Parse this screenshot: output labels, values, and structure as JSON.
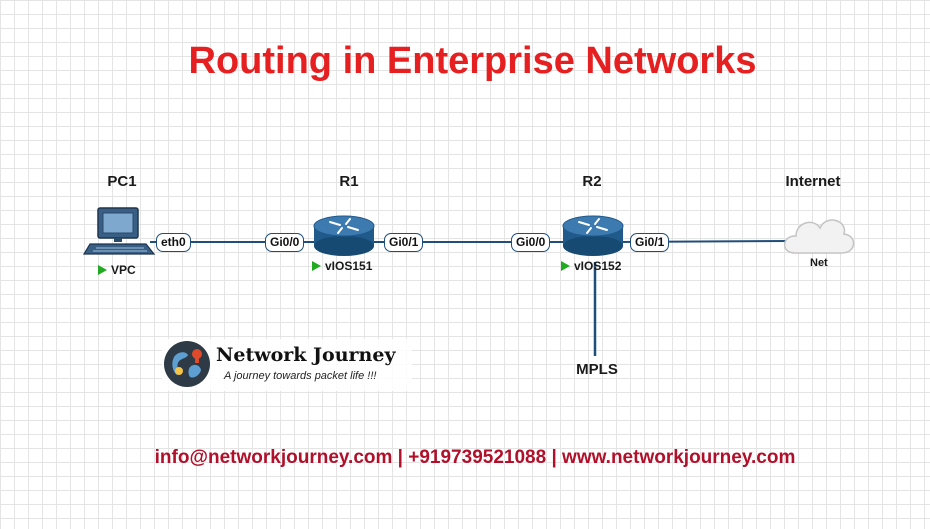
{
  "title": "Routing in Enterprise Networks",
  "nodes": {
    "pc1": {
      "name": "PC1",
      "sublabel": "VPC"
    },
    "r1": {
      "name": "R1",
      "sublabel": "vIOS151"
    },
    "r2": {
      "name": "R2",
      "sublabel": "vIOS152"
    },
    "internet": {
      "name": "Internet",
      "sublabel": "Net"
    },
    "mpls": {
      "name": "MPLS"
    }
  },
  "interfaces": {
    "pc1_eth0": "eth0",
    "r1_left": "Gi0/0",
    "r1_right": "Gi0/1",
    "r2_left": "Gi0/0",
    "r2_right": "Gi0/1"
  },
  "logo": {
    "name": "Network Journey",
    "tagline": "A journey towards packet life !!!"
  },
  "footer": "info@networkjourney.com | +919739521088 | www.networkjourney.com",
  "colors": {
    "title": "#e62020",
    "footer": "#b0102a",
    "link": "#1f4e79",
    "router": "#1f5a8a",
    "status": "#1faa1f"
  },
  "icons": [
    "pc-icon",
    "router-icon",
    "cloud-icon",
    "globe-icon"
  ]
}
